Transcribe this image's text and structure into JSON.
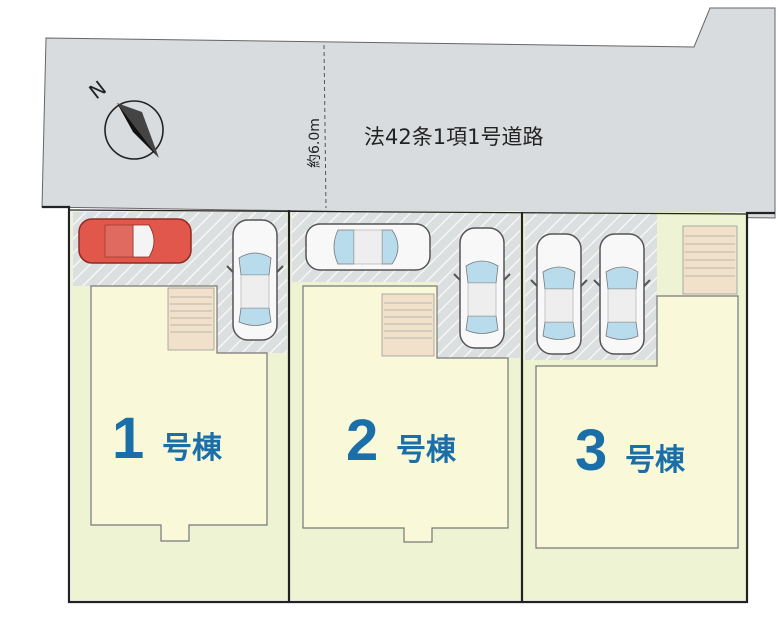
{
  "road": {
    "name": "法42条1項1号道路",
    "width_label": "約6.0m"
  },
  "compass": {
    "north_letter": "N"
  },
  "lots": [
    {
      "number": "1",
      "suffix": "号棟",
      "cars": 2
    },
    {
      "number": "2",
      "suffix": "号棟",
      "cars": 2
    },
    {
      "number": "3",
      "suffix": "号棟",
      "cars": 2
    }
  ],
  "colors": {
    "road": "#d9dcde",
    "lot": "#eef3d4",
    "building": "#f9f8d8",
    "stairs": "#f1e1cb",
    "lot_label": "#1a6fa8",
    "red_car": "#e2574c",
    "boundary": "#222222"
  }
}
